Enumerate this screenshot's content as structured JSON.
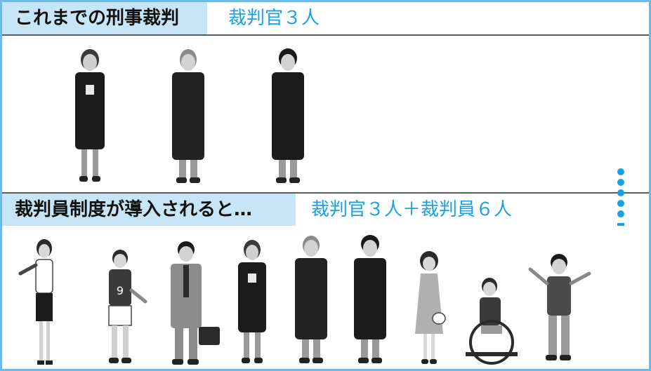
{
  "current": {
    "label": "これまでの刑事裁判",
    "composition": "裁判官３人"
  },
  "new_system": {
    "label": "裁判員制度が導入されると…",
    "composition": "裁判官３人＋裁判員６人"
  },
  "colors": {
    "frame": "#6fb9e3",
    "label_bg": "#c7e5f7",
    "accent_text": "#1aa1e1",
    "arrow": "#1aa1e1"
  }
}
